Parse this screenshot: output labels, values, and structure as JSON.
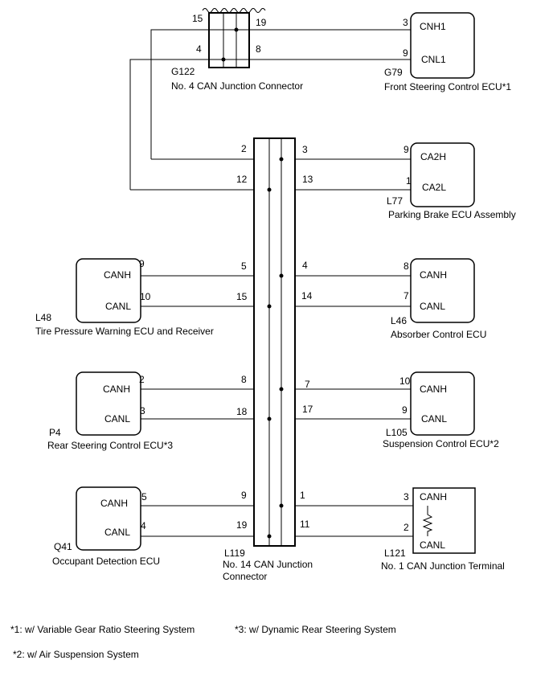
{
  "diagram": {
    "connectors": {
      "g122": {
        "id": "G122",
        "name": "No. 4 CAN Junction Connector",
        "pins": [
          "15",
          "19",
          "4",
          "8"
        ]
      },
      "l119": {
        "id": "L119",
        "name_line1": "No. 14 CAN Junction",
        "name_line2": "Connector",
        "pins": [
          "2",
          "3",
          "12",
          "13",
          "5",
          "4",
          "15",
          "14",
          "8",
          "7",
          "18",
          "17",
          "9",
          "1",
          "19",
          "11"
        ]
      }
    },
    "ecus": {
      "g79": {
        "id": "G79",
        "name": "Front Steering Control ECU*1",
        "pin_h": "3",
        "pin_l": "9",
        "label_h": "CNH1",
        "label_l": "CNL1"
      },
      "l77": {
        "id": "L77",
        "name": "Parking Brake ECU Assembly",
        "pin_h": "9",
        "pin_l": "1",
        "label_h": "CA2H",
        "label_l": "CA2L"
      },
      "l48": {
        "id": "L48",
        "name": "Tire Pressure Warning ECU and Receiver",
        "pin_h": "9",
        "pin_l": "10",
        "label_h": "CANH",
        "label_l": "CANL"
      },
      "l46": {
        "id": "L46",
        "name": "Absorber Control ECU",
        "pin_h": "8",
        "pin_l": "7",
        "label_h": "CANH",
        "label_l": "CANL"
      },
      "p4": {
        "id": "P4",
        "name": "Rear Steering Control ECU*3",
        "pin_h": "2",
        "pin_l": "3",
        "label_h": "CANH",
        "label_l": "CANL"
      },
      "l105": {
        "id": "L105",
        "name": "Suspension Control ECU*2",
        "pin_h": "10",
        "pin_l": "9",
        "label_h": "CANH",
        "label_l": "CANL"
      },
      "q41": {
        "id": "Q41",
        "name": "Occupant Detection ECU",
        "pin_h": "5",
        "pin_l": "4",
        "label_h": "CANH",
        "label_l": "CANL"
      },
      "l121": {
        "id": "L121",
        "name": "No. 1 CAN Junction Terminal",
        "pin_h": "3",
        "pin_l": "2",
        "label_h": "CANH",
        "label_l": "CANL"
      }
    },
    "footnotes": {
      "n1": "*1: w/ Variable Gear Ratio Steering System",
      "n2": "*2: w/ Air Suspension System",
      "n3": "*3: w/ Dynamic Rear Steering System"
    }
  }
}
